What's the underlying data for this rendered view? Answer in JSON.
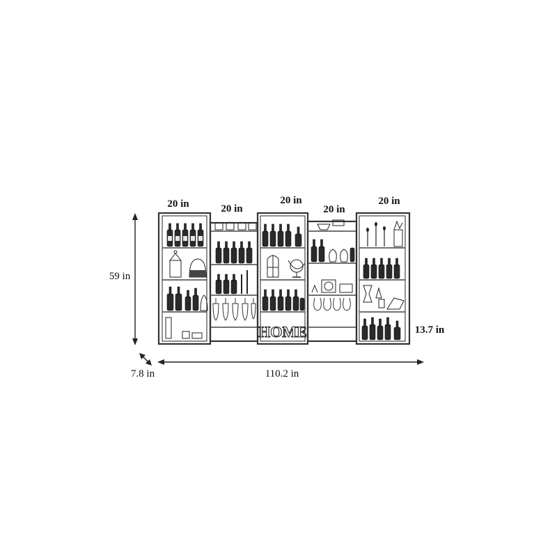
{
  "dimensions": {
    "module_widths": [
      "20 in",
      "20 in",
      "20 in",
      "20 in",
      "20 in"
    ],
    "height": "59 in",
    "depth": "7.8 in",
    "total_width": "110.2 in",
    "shelf_spacing": "13.7 in"
  },
  "decor": {
    "home_sign": "HOME"
  },
  "colors": {
    "line": "#333333",
    "background": "#ffffff"
  }
}
